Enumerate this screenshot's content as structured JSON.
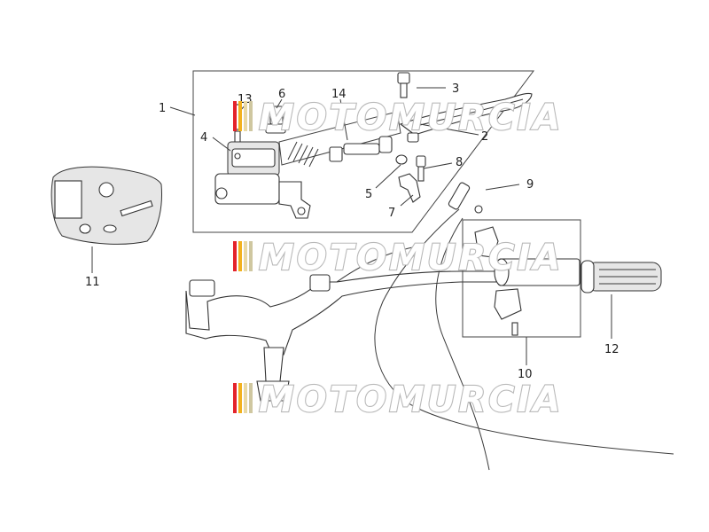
{
  "diagram": {
    "callouts": [
      "1",
      "2",
      "3",
      "4",
      "5",
      "6",
      "7",
      "8",
      "9",
      "10",
      "11",
      "12",
      "13",
      "14"
    ],
    "watermark": "MOTOMURCIA",
    "watermark_stripe_colors": [
      "#e4232b",
      "#f2b21e",
      "#e9d9a4",
      "#cfc7a0"
    ]
  }
}
